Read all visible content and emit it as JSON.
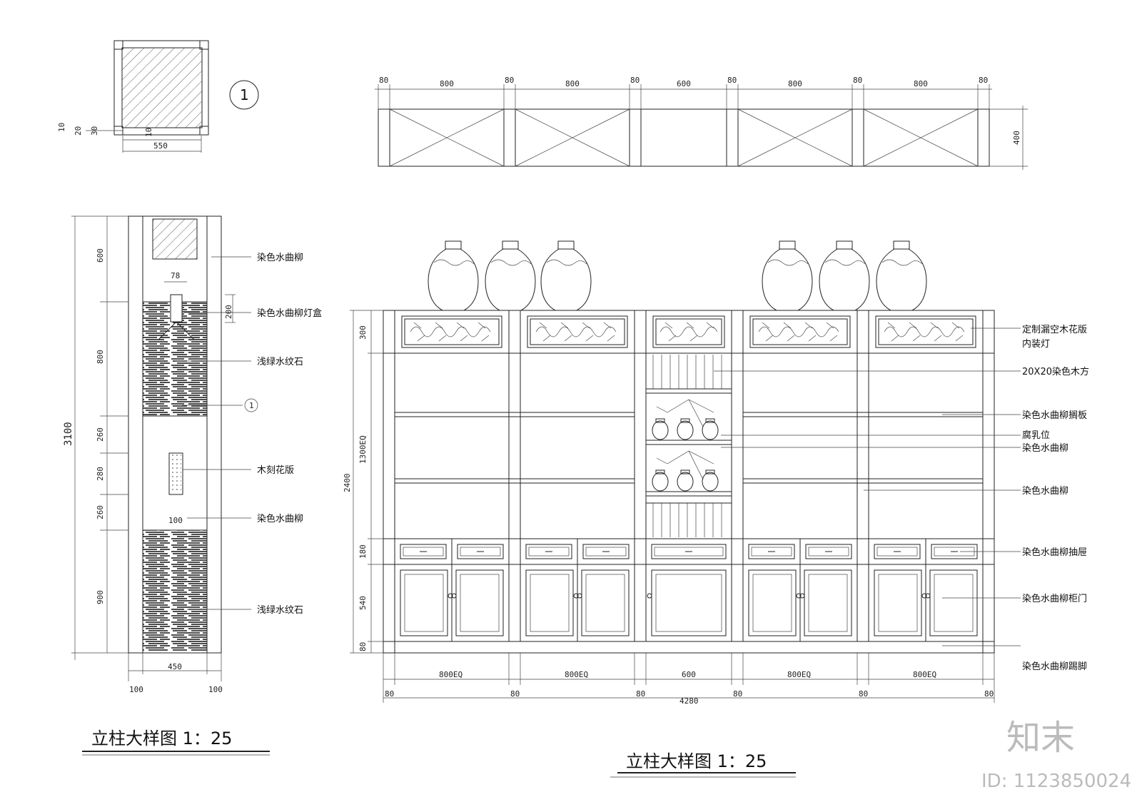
{
  "plan": {
    "marker": "1",
    "width_dim": "550",
    "side_dims": [
      "10",
      "20",
      "30",
      "10"
    ]
  },
  "column": {
    "total_height": "3100",
    "segment_dims": [
      "600",
      "800",
      "260",
      "280",
      "260",
      "900"
    ],
    "lamp_width": "78",
    "lamp_height": "200",
    "panel_width": "100",
    "width_dim": "450",
    "side_dims": [
      "100",
      "100"
    ],
    "section_marker": "1",
    "labels": [
      "染色水曲柳",
      "染色水曲柳灯盒",
      "浅绿水纹石",
      "木刻花版",
      "染色水曲柳",
      "浅绿水纹石"
    ],
    "title": "立柱大样图 1：25"
  },
  "cabinet_plan": {
    "top_dims": [
      "80",
      "800",
      "80",
      "800",
      "80",
      "600",
      "80",
      "800",
      "80",
      "800",
      "80"
    ],
    "depth_dim": "400"
  },
  "cabinet": {
    "left_dims": [
      "300",
      "1300EQ",
      "180",
      "540",
      "80"
    ],
    "total_height": "2400",
    "bottom_dims": [
      "800EQ",
      "800EQ",
      "600",
      "800EQ",
      "800EQ"
    ],
    "post_dims": [
      "80",
      "80",
      "80",
      "80",
      "80",
      "80"
    ],
    "total_width": "4280",
    "labels": [
      "定制漏空木花版",
      "内装灯",
      "20X20染色木方",
      "染色水曲柳搁板",
      "腐乳位",
      "染色水曲柳",
      "染色水曲柳",
      "染色水曲柳抽屉",
      "染色水曲柳柜门",
      "染色水曲柳踢脚"
    ],
    "title": "立柱大样图 1：25"
  },
  "watermark": {
    "brand": "知末",
    "id": "ID: 1123850024"
  }
}
